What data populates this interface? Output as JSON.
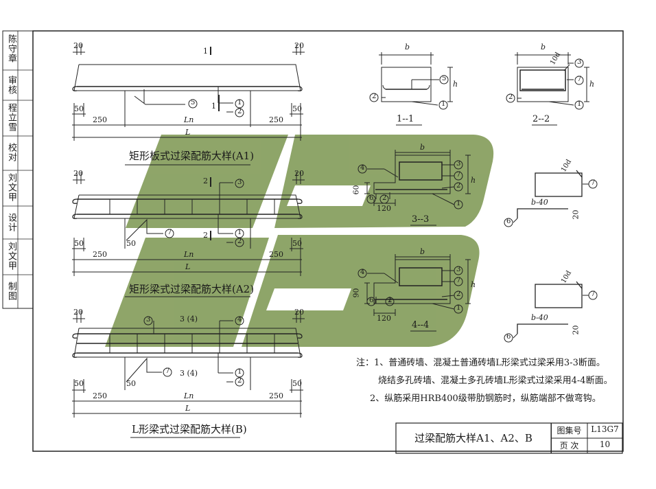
{
  "side_panel": {
    "reviewer_title": "审核",
    "reviewer_name": "陈守章",
    "checker_title": "校对",
    "checker_name": "程立雪",
    "designer_title": "设计",
    "designer_name": "刘文甲",
    "drawer_title": "制图",
    "drawer_name": "刘文甲"
  },
  "figures": {
    "a1": {
      "caption": "矩形板式过梁配筋大样(A1)",
      "top_label": "1",
      "end_dim": "20",
      "support_dim": "50",
      "side_len": "250",
      "clear_span": "Ln",
      "total": "L",
      "mark_1": "1",
      "mark_2": "2",
      "mark_5": "5"
    },
    "a2": {
      "caption": "矩形梁式过梁配筋大样(A2)",
      "top_label": "2",
      "bottom_label": "2",
      "end_dim": "20",
      "support_dim": "50",
      "side_len": "250",
      "clear_span": "Ln",
      "total": "L",
      "mark_1": "1",
      "mark_2": "2",
      "mark_3": "3",
      "mark_7": "7"
    },
    "b": {
      "caption": "L形梁式过梁配筋大样(B)",
      "top_label": "3 (4)",
      "bottom_label": "3 (4)",
      "end_dim": "20",
      "support_dim": "50",
      "side_len": "250",
      "clear_span": "Ln",
      "total": "L",
      "mark_1": "1",
      "mark_2": "2",
      "mark_3": "3",
      "mark_4": "4",
      "mark_7": "7"
    }
  },
  "sections": {
    "s1": {
      "label": "1--1",
      "b": "b",
      "h": "h",
      "m1": "1",
      "m2": "2",
      "m5": "5"
    },
    "s2": {
      "label": "2--2",
      "b": "b",
      "h": "h",
      "d": "10d",
      "m1": "1",
      "m2": "2",
      "m3": "3",
      "m7": "7"
    },
    "s3": {
      "label": "3--3",
      "b": "b",
      "h": "h",
      "dim_a": "60",
      "dim_b": "120",
      "m1": "1",
      "m2": "2",
      "m3": "3",
      "m4": "4",
      "m6": "6",
      "m7": "7"
    },
    "s4": {
      "label": "4--4",
      "b": "b",
      "h": "h",
      "dim_a": "90",
      "dim_b": "120",
      "m1": "1",
      "m2": "2",
      "m3": "3",
      "m4": "4",
      "m6": "6",
      "m7": "7"
    }
  },
  "stirrups": {
    "upper": {
      "d": "10d",
      "width": "b-40",
      "height": "20",
      "m6": "6",
      "m7": "7"
    },
    "lower": {
      "d": "10d",
      "width": "b-40",
      "height": "20",
      "m6": "6",
      "m7": "7"
    }
  },
  "notes": [
    "注：1、普通砖墙、混凝土普通砖墙L形梁式过梁采用3-3断面。",
    "烧结多孔砖墙、混凝土多孔砖墙L形梁式过梁采用4-4断面。",
    "2、纵筋采用HRB400级带肋钢筋时，纵筋端部不做弯钩。"
  ],
  "title_block": {
    "title": "过梁配筋大样A1、A2、B",
    "atlas_label": "图集号",
    "atlas_value": "L13G7",
    "page_label": "页 次",
    "page_value": "10"
  },
  "watermark": {
    "color": "#6f8c3f",
    "letter": "B"
  }
}
